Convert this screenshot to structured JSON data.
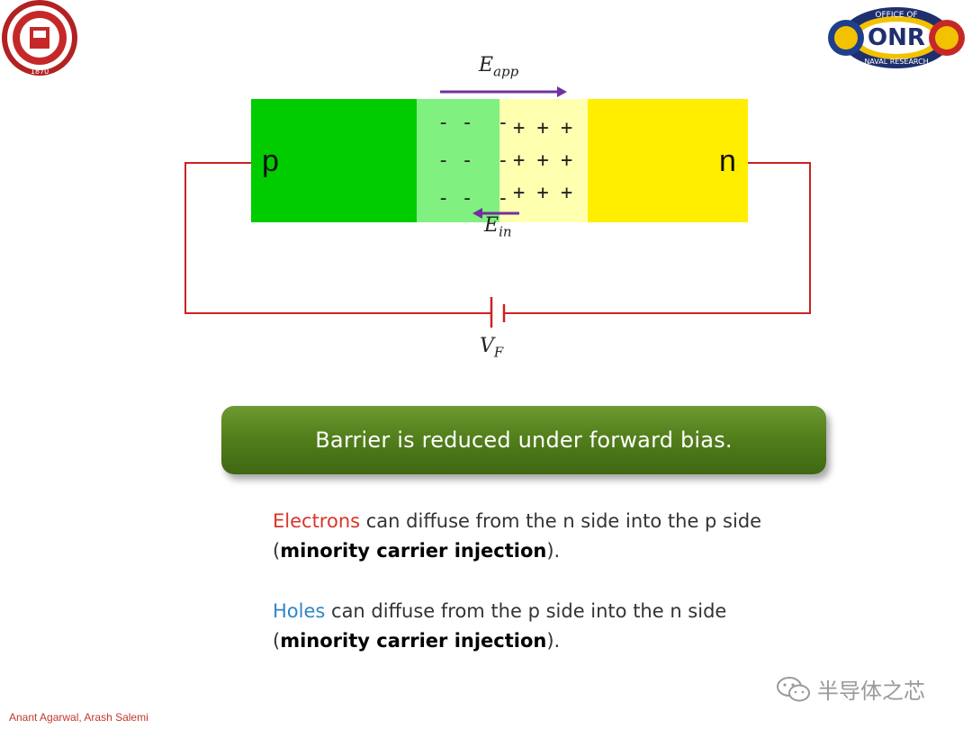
{
  "logos": {
    "left_alt": "OHIO STATE UNIVERSITY",
    "left_year": "1870",
    "right_top": "OFFICE OF",
    "right_mid": "ONR",
    "right_bottom": "NAVAL RESEARCH"
  },
  "diagram": {
    "p_label": "p",
    "n_label": "n",
    "neg_rows": [
      "- -  -",
      "- -  -",
      "- -  -"
    ],
    "pos_rows": [
      "+ + +",
      "+ + +",
      "+ + +"
    ],
    "e_app": {
      "base": "E",
      "sub": "app"
    },
    "e_in": {
      "base": "E",
      "sub": "in"
    },
    "v_f": {
      "base": "V",
      "sub": "F"
    },
    "colors": {
      "p_region": "#00cc00",
      "depletion_p": "#80f080",
      "depletion_n": "#ffffb0",
      "n_region": "#ffee00",
      "wire": "#cc2222",
      "arrow": "#7030a0"
    }
  },
  "banner": {
    "text": "Barrier is reduced under forward bias."
  },
  "paragraph1": {
    "colored": "Electrons",
    "rest": " can diffuse from the n side into the p side",
    "open": "(",
    "bold": "minority carrier injection",
    "close": ")."
  },
  "paragraph2": {
    "colored": "Holes",
    "rest": " can diffuse from the p side into the n side",
    "open": "(",
    "bold": "minority carrier injection",
    "close": ")."
  },
  "footer": {
    "authors": "Anant Agarwal, Arash Salemi"
  },
  "watermark": {
    "text": "半导体之芯",
    "icon": "wechat-icon"
  }
}
